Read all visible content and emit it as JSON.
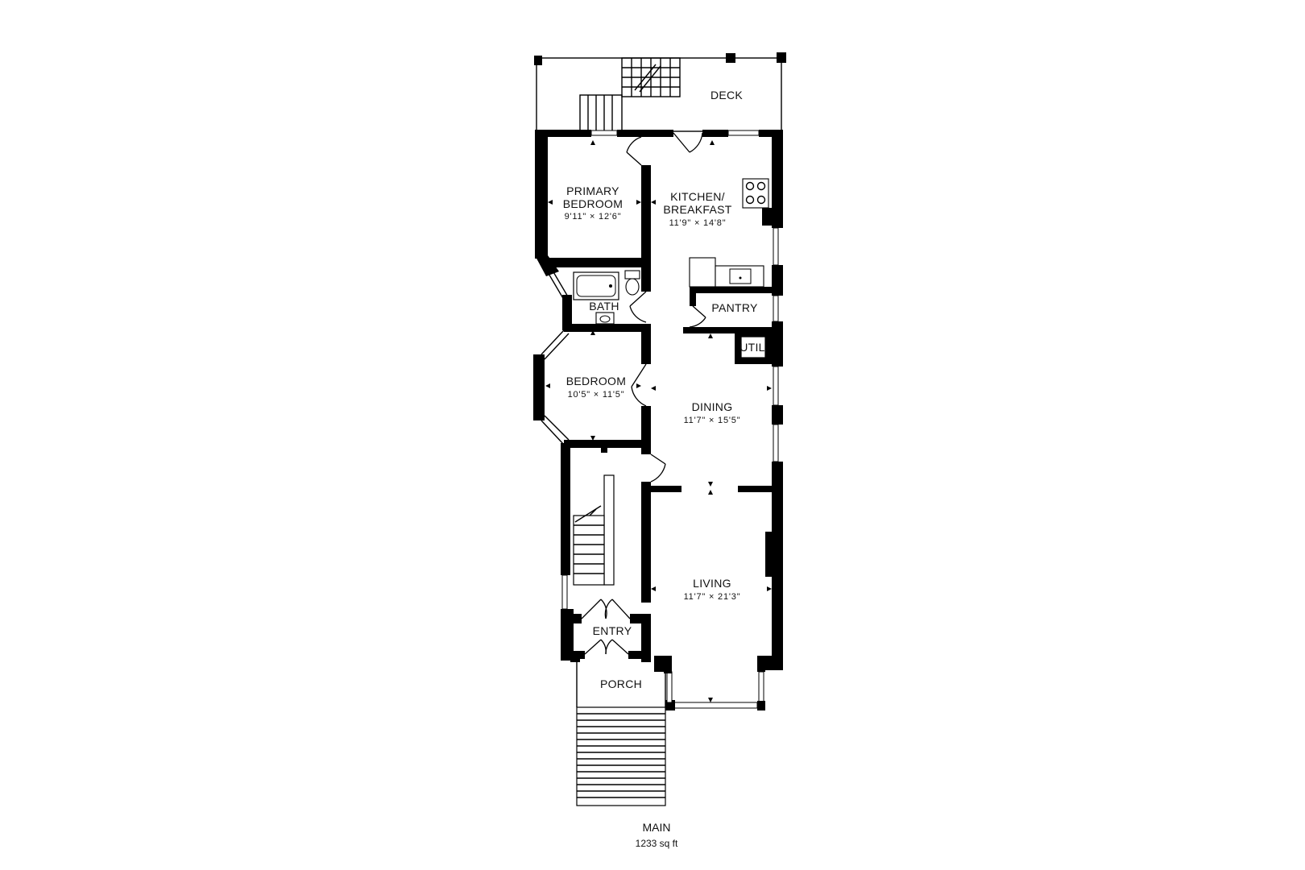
{
  "floor": {
    "name": "MAIN",
    "area": "1233 sq ft"
  },
  "rooms": {
    "deck": {
      "name": "DECK"
    },
    "primary_bedroom": {
      "name_line1": "PRIMARY",
      "name_line2": "BEDROOM",
      "dims": "9'11\" × 12'6\""
    },
    "kitchen": {
      "name_line1": "KITCHEN/",
      "name_line2": "BREAKFAST",
      "dims": "11'9\" × 14'8\""
    },
    "bath": {
      "name": "BATH"
    },
    "pantry": {
      "name": "PANTRY"
    },
    "util": {
      "name": "UTIL"
    },
    "bedroom": {
      "name": "BEDROOM",
      "dims": "10'5\" × 11'5\""
    },
    "dining": {
      "name": "DINING",
      "dims": "11'7\" × 15'5\""
    },
    "living": {
      "name": "LIVING",
      "dims": "11'7\" × 21'3\""
    },
    "entry": {
      "name": "ENTRY"
    },
    "porch": {
      "name": "PORCH"
    }
  }
}
